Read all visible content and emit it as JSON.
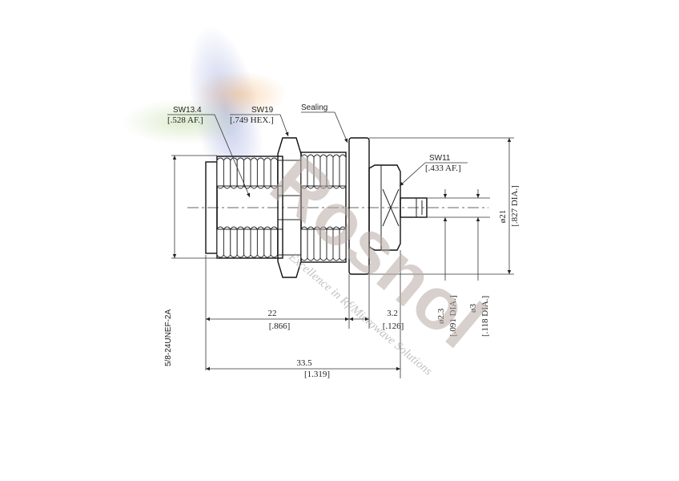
{
  "watermark": {
    "brand": "Rosnol",
    "tagline": "Excellence in Rf/Microwave Solutions"
  },
  "labels": {
    "sw_rear_metric": "SW13.4",
    "sw_rear_imperial": "[.528 AF.]",
    "sw_hex_metric": "SW19",
    "sw_hex_imperial": "[.749 HEX.]",
    "sealing": "Sealing",
    "sw_front_metric": "SW11",
    "sw_front_imperial": "[.433 AF.]",
    "thread_spec": "5/8-24UNEF-2A"
  },
  "dimensions": {
    "len_22_metric": "22",
    "len_22_imperial": "[.866]",
    "len_32_metric": "3.2",
    "len_32_imperial": "[.126]",
    "len_335_metric": "33.5",
    "len_335_imperial": "[1.319]",
    "dia_21_metric": "ø21",
    "dia_21_imperial": "[.827 DIA.]",
    "dia_23_metric": "ø2.3",
    "dia_23_imperial": "[.091 DIA.]",
    "dia_3_metric": "ø3",
    "dia_3_imperial": "[.118 DIA.]"
  },
  "colors": {
    "line": "#222222",
    "watermark_brand": "#b9aaa6",
    "watermark_blue": "#9fa8d8",
    "watermark_orange": "#f2c59a",
    "watermark_green": "#cfe3b8"
  }
}
